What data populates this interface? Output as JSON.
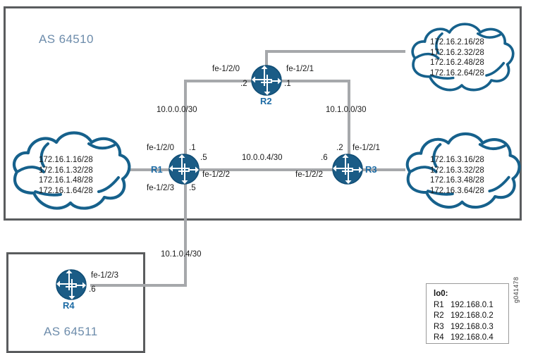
{
  "diagram": {
    "title": "BGP AS topology with four routers",
    "colors": {
      "router_fill": "#1b5c86",
      "router_stroke": "#0f4c74",
      "cloud_stroke": "#16618c",
      "link": "#a6a8ab",
      "as_border": "#5a5c5e",
      "as_label": "#6d8cab",
      "router_label": "#1d6ba4",
      "text": "#1a1a1a"
    },
    "figure_id": "g041478"
  },
  "as_boxes": [
    {
      "id": "as-64510",
      "label": "AS 64510"
    },
    {
      "id": "as-64511",
      "label": "AS 64511"
    }
  ],
  "routers": [
    {
      "id": "r1",
      "label": "R1"
    },
    {
      "id": "r2",
      "label": "R2"
    },
    {
      "id": "r3",
      "label": "R3"
    },
    {
      "id": "r4",
      "label": "R4"
    }
  ],
  "clouds": [
    {
      "id": "cloud-left",
      "networks": [
        "172.16.1.16/28",
        "172.16.1.32/28",
        "172.16.1.48/28",
        "172.16.1.64/28"
      ]
    },
    {
      "id": "cloud-top-right",
      "networks": [
        "172.16.2.16/28",
        "172.16.2.32/28",
        "172.16.2.48/28",
        "172.16.2.64/28"
      ]
    },
    {
      "id": "cloud-right",
      "networks": [
        "172.16.3.16/28",
        "172.16.3.32/28",
        "172.16.3.48/28",
        "172.16.3.64/28"
      ]
    }
  ],
  "subnets": {
    "r1_r2": "10.0.0.0/30",
    "r1_r3": "10.0.0.4/30",
    "r2_r3": "10.1.0.0/30",
    "r1_r4": "10.1.0.4/30"
  },
  "interfaces": {
    "r2_left_name": "fe-1/2/0",
    "r2_left_addr": ".2",
    "r2_right_name": "fe-1/2/1",
    "r2_right_addr": ".1",
    "r1_top_name": "fe-1/2/0",
    "r1_top_addr": ".1",
    "r1_right_addr": ".5",
    "r1_right_name": "fe-1/2/2",
    "r1_bottom_name": "fe-1/2/3",
    "r1_bottom_addr": ".5",
    "r3_top_addr": ".2",
    "r3_top_name": "fe-1/2/1",
    "r3_left_addr": ".6",
    "r3_left_name": "fe-1/2/2",
    "r4_name": "fe-1/2/3",
    "r4_addr": ".6"
  },
  "legend": {
    "title": "lo0:",
    "rows": [
      {
        "router": "R1",
        "address": "192.168.0.1"
      },
      {
        "router": "R2",
        "address": "192.168.0.2"
      },
      {
        "router": "R3",
        "address": "192.168.0.3"
      },
      {
        "router": "R4",
        "address": "192.168.0.4"
      }
    ]
  }
}
